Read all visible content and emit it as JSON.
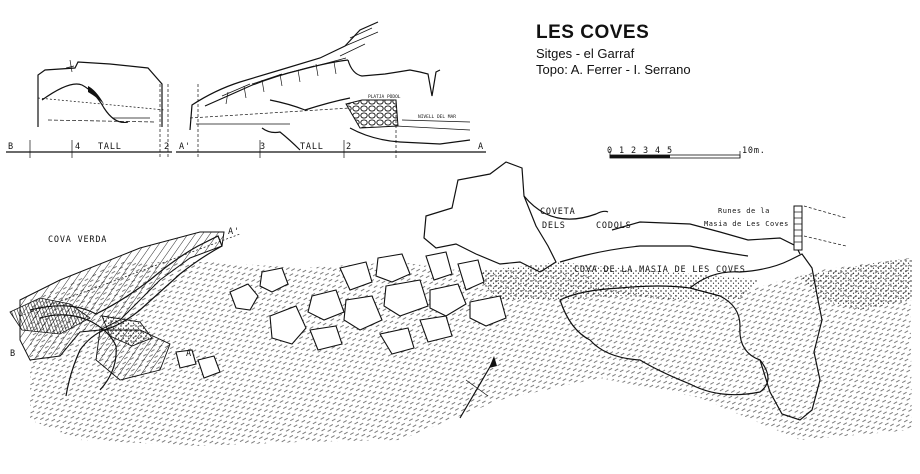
{
  "header": {
    "title": "LES COVES",
    "location": "Sitges - el Garraf",
    "survey": "Topo: A. Ferrer - I. Serrano"
  },
  "sections": {
    "left": {
      "end_label": "B",
      "point_label": "4",
      "name": "TALL",
      "next_label": "2"
    },
    "right": {
      "start_label": "A'",
      "point3": "3",
      "name": "TALL",
      "point2": "2",
      "end_label": "A",
      "beach_label": "PLATJA PÒDOL",
      "sea_label": "NIVELL DEL MAR"
    }
  },
  "scale": {
    "ticks": [
      "0",
      "1",
      "2",
      "3",
      "4",
      "5"
    ],
    "end": "10m."
  },
  "plan": {
    "cova_verda": "COVA VERDA",
    "coveta_line1": "COVETA",
    "coveta_line2": "DELS",
    "coveta_line3": "CODOLS",
    "masia_cave": "COVA DE LA MASIA DE LES COVES",
    "ruins_line1": "Runes de la",
    "ruins_line2": "Masia de Les Coves",
    "mark_a_prime": "A'",
    "mark_b": "B",
    "mark_a": "A"
  },
  "colors": {
    "ink": "#111111",
    "paper": "#ffffff"
  }
}
